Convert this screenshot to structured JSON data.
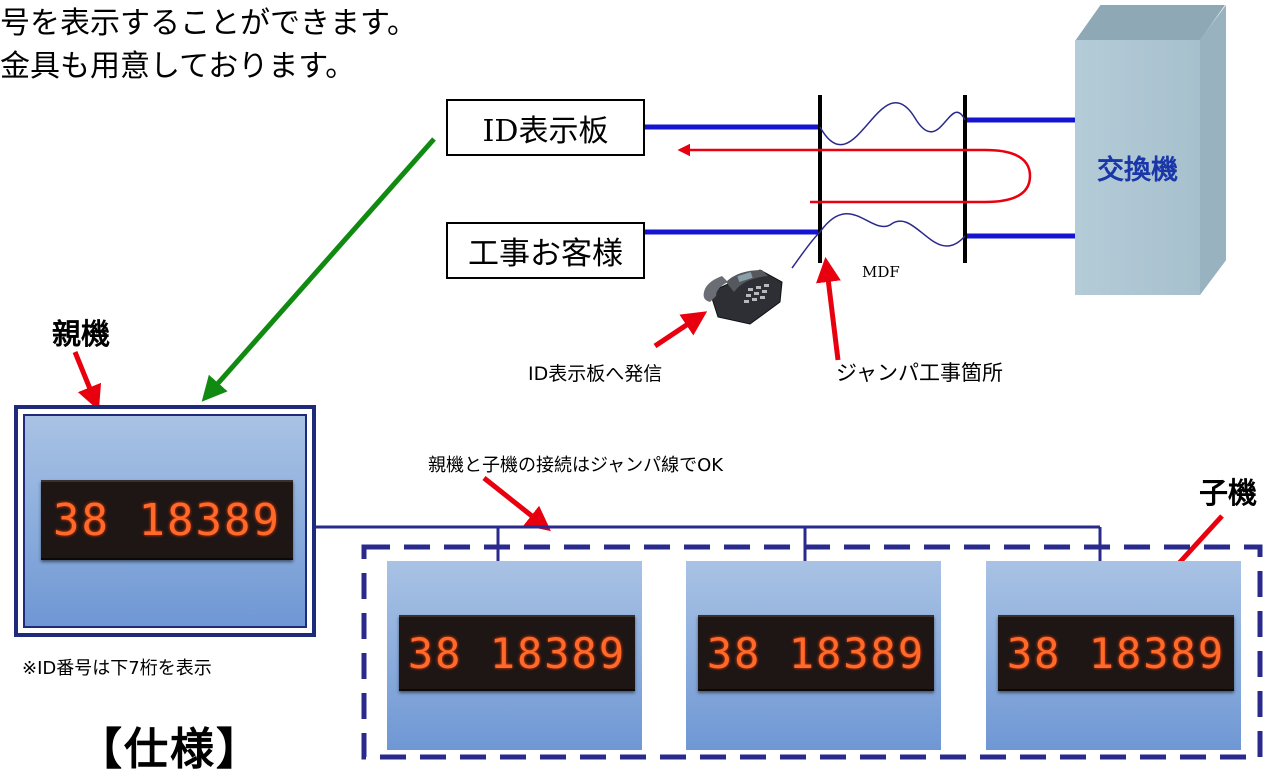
{
  "top_text": {
    "line1": "号を表示することができます。",
    "line2": "金具も用意しております。"
  },
  "boxes": {
    "id_board": "ID表示板",
    "customer": "工事お客様"
  },
  "exchange_label": "交換機",
  "mdf_label": "MDF",
  "jumper_site_label": "ジャンパ工事箇所",
  "call_label": "ID表示板へ発信",
  "parent_label": "親機",
  "child_label": "子機",
  "connection_note": "親機と子機の接続はジャンパ線でOK",
  "id_note": "※ID番号は下7桁を表示",
  "spec_heading": "【仕様】",
  "display_reading": "38 18389",
  "colors": {
    "blue_line": "#1414d2",
    "red_arrow": "#e8000f",
    "green_arrow": "#118a11",
    "navy_frame": "#2a2a8c",
    "wave": "#2a2a8c"
  }
}
